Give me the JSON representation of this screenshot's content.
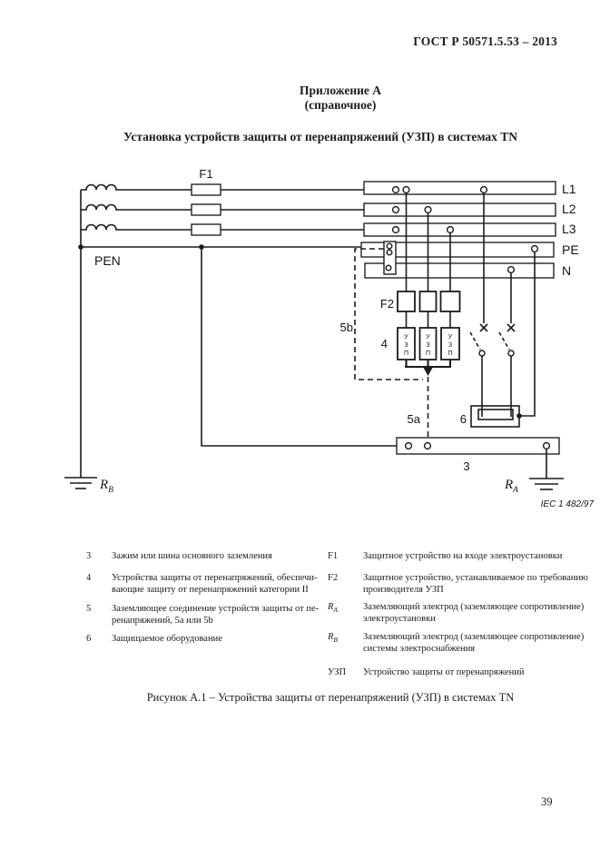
{
  "page": {
    "standard_number": "ГОСТ Р 50571.5.53 – 2013",
    "page_number": "39"
  },
  "titles": {
    "annex": "Приложение А",
    "annex_kind": "(справочное)",
    "main": "Установка устройств защиты от перенапряжений (УЗП) в системах TN"
  },
  "diagram": {
    "labels": {
      "f1": "F1",
      "f2": "F2",
      "pen": "PEN",
      "l1": "L1",
      "l2": "L2",
      "l3": "L3",
      "pe": "PE",
      "n": "N",
      "num3": "3",
      "num4": "4",
      "num5a": "5a",
      "num5b": "5b",
      "num6": "6",
      "uzp_u": "У",
      "uzp_z": "З",
      "uzp_p": "П",
      "r": "R",
      "sub_a": "A",
      "sub_b": "B",
      "iec": "IEC   1 482/97"
    }
  },
  "legend": {
    "left": [
      {
        "key": "3",
        "lines": [
          "Зажим или шина основного заземления"
        ]
      },
      {
        "key": "4",
        "lines": [
          "Устройства защиты от перенапряжений, обеспечи-",
          "вающие защиту от перенапряжений категории II"
        ]
      },
      {
        "key": "5",
        "lines": [
          "Заземляющее соединение устройств защиты от пе-",
          "ренапряжений, 5а или 5b"
        ]
      },
      {
        "key": "6",
        "lines": [
          "Защищаемое оборудование"
        ]
      }
    ],
    "right": [
      {
        "key": "F1",
        "lines": [
          "Защитное устройство на входе электроустановки"
        ]
      },
      {
        "key": "F2",
        "lines": [
          "Защитное устройство, устанавливаемое по требованию",
          "производителя УЗП"
        ]
      },
      {
        "key_main": "R",
        "key_sub": "A",
        "lines": [
          "Заземляющий электрод (заземляющее сопротивление)",
          "электроустановки"
        ]
      },
      {
        "key_main": "R",
        "key_sub": "B",
        "lines": [
          "Заземляющий электрод (заземляющее сопротивление)",
          "системы электроснабжения"
        ]
      },
      {
        "key": "УЗП",
        "lines": [
          "Устройство защиты от перенапряжений"
        ]
      }
    ]
  },
  "caption": "Рисунок А.1 – Устройства защиты от перенапряжений (УЗП) в системах TN",
  "colors": {
    "ink": "#1c1c1c",
    "paper": "#ffffff"
  }
}
